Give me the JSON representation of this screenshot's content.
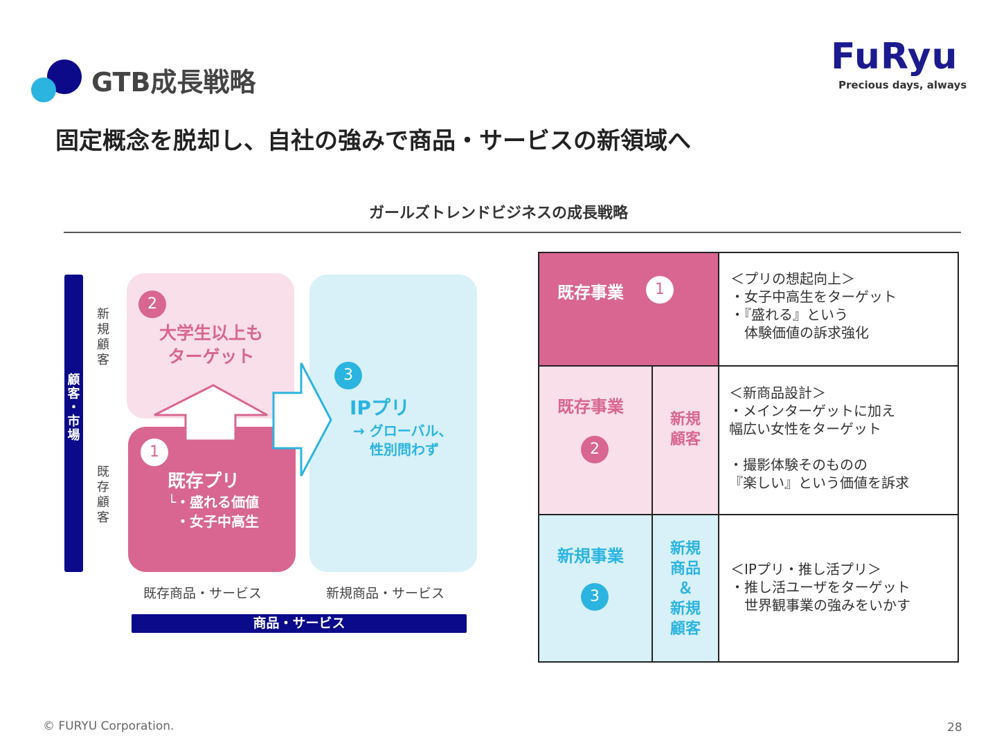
{
  "header": {
    "title": "GTB成長戦略",
    "logo_text": "FuRyu",
    "tagline": "Precious days, always",
    "headline": "固定概念を脱却し、自社の強みで商品・サービスの新領域へ"
  },
  "section_title": "ガールズトレンドビジネスの成長戦略",
  "matrix": {
    "y_axis_label": "顧客・市場",
    "y_top_label": "新規顧客",
    "y_bottom_label": "既存顧客",
    "x_axis_label": "商品・サービス",
    "x_left_label": "既存商品・サービス",
    "x_right_label": "新規商品・サービス",
    "q1": {
      "num": "1",
      "title": "既存プリ",
      "line1": "└・盛れる価値",
      "line2": "・女子中高生"
    },
    "q2": {
      "num": "2",
      "line1": "大学生以上も",
      "line2": "ターゲット"
    },
    "q3": {
      "num": "3",
      "title": "IPプリ",
      "line1": "→ グローバル、",
      "line2": "性別問わず"
    }
  },
  "table": {
    "row1": {
      "label": "既存事業",
      "num": "1",
      "desc": "＜プリの想起向上＞\n・女子中高生をターゲット\n・『盛れる』という\n　体験価値の訴求強化"
    },
    "row2": {
      "label": "既存事業",
      "num": "2",
      "sub": "新規\n顧客",
      "desc": "＜新商品設計＞\n・メインターゲットに加え\n幅広い女性をターゲット\n\n・撮影体験そのものの\n『楽しい』という価値を訴求"
    },
    "row3": {
      "label": "新規事業",
      "num": "3",
      "sub": "新規\n商品\n＆\n新規\n顧客",
      "desc": "＜IPプリ・推し活プリ＞\n・推し活ユーザをターゲット\n　世界観事業の強みをいかす"
    }
  },
  "colors": {
    "navy": "#0b0a8a",
    "pink": "#d86690",
    "light_pink": "#f8dfe9",
    "cyan": "#2bb4e0",
    "light_cyan": "#d8f0f8"
  },
  "footer": {
    "copyright": "© FURYU Corporation.",
    "page": "28"
  }
}
